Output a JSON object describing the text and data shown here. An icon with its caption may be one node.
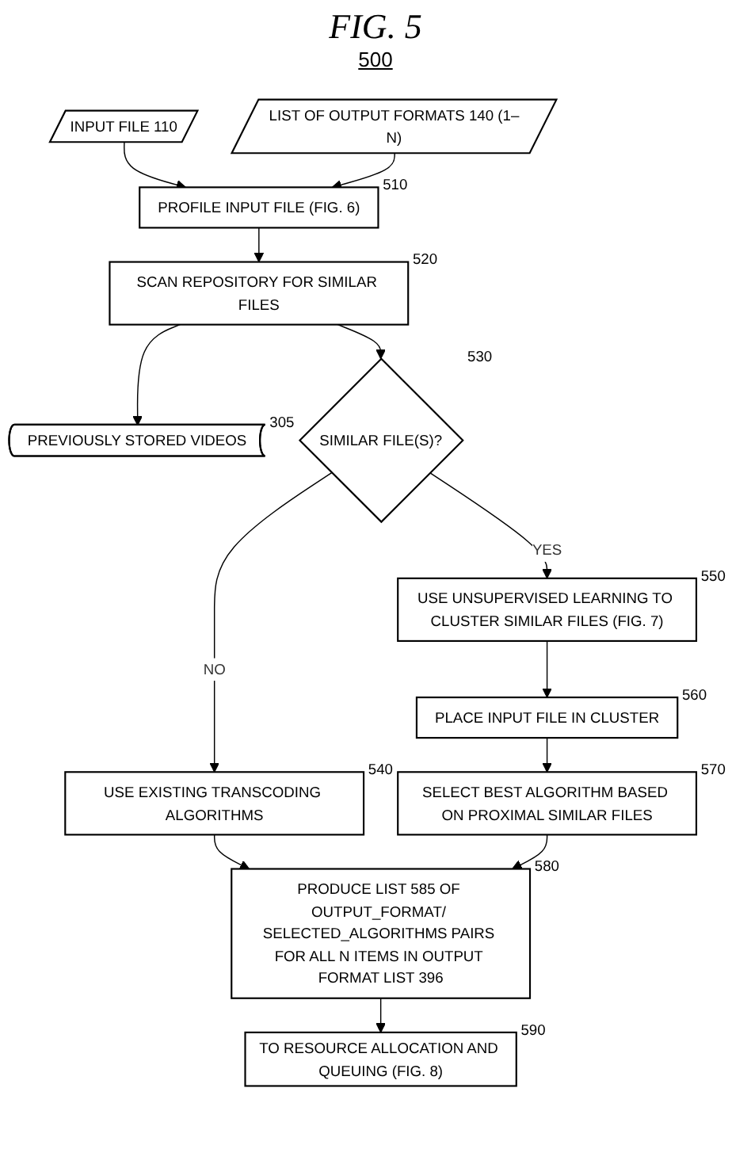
{
  "diagram": {
    "title": "FIG. 5",
    "nodes": [
      {
        "text": [
          "INPUT FILE 110"
        ]
      },
      {
        "text": [
          "LIST OF OUTPUT FORMATS 140 (1–N)"
        ]
      },
      {
        "text": [
          "PROFILE INPUT FILE (FIG. 6)"
        ],
        "beside": [
          "510"
        ]
      },
      {
        "text": [
          "SCAN REPOSITORY FOR SIMILAR FILES"
        ],
        "beside": [
          "520"
        ]
      },
      {
        "text": [
          "PREVIOUSLY STORED VIDEOS"
        ],
        "beside": [
          "305"
        ]
      },
      {
        "text": [
          "SIMILAR FILE(S)?"
        ],
        "beside": [
          "530"
        ]
      },
      {
        "text": [
          "USE EXISTING TRANSCODING ALGORITHMS"
        ],
        "beside": [
          "540"
        ]
      },
      {
        "text": [
          "USE UNSUPERVISED LEARNING TO CLUSTER SIMILAR FILES (FIG. 7)"
        ],
        "beside": [
          "550"
        ]
      },
      {
        "text": [
          "PLACE INPUT FILE IN CLUSTER"
        ],
        "beside": [
          "560"
        ]
      },
      {
        "text": [
          "SELECT BEST ALGORITHM BASED ON PROXIMAL SIMILAR FILES"
        ],
        "beside": [
          "570"
        ]
      },
      {
        "text": [
          "PRODUCE LIST 585 OF OUTPUT_FORMAT/ SELECTED_ALGORITHMS PAIRS FOR ALL N ITEMS IN OUTPUT FORMAT LIST 396"
        ],
        "beside": [
          "580"
        ]
      },
      {
        "text": [
          "TO RESOURCE ALLOCATION AND QUEUING (FIG. 8)"
        ],
        "beside": [
          "590"
        ]
      }
    ],
    "edges": [
      {
        "from": 0,
        "to": 2,
        "arrow": "to"
      },
      {
        "from": 1,
        "to": 2,
        "arrow": "to"
      },
      {
        "from": 2,
        "to": 3,
        "arrow": "to"
      },
      {
        "from": 3,
        "to": 4,
        "arrow": "to"
      },
      {
        "from": 3,
        "to": 5,
        "arrow": "to"
      },
      {
        "from": 5,
        "to": 6,
        "label": "NO",
        "arrow": "to"
      },
      {
        "from": 5,
        "to": 7,
        "label": "YES",
        "arrow": "to"
      },
      {
        "from": 7,
        "to": 8,
        "arrow": "to"
      },
      {
        "from": 8,
        "to": 9,
        "arrow": "to"
      },
      {
        "from": 6,
        "to": 10,
        "arrow": "to"
      },
      {
        "from": 9,
        "to": 10,
        "arrow": "to"
      },
      {
        "from": 10,
        "to": 11,
        "arrow": "to"
      }
    ],
    "labels": [
      "500"
    ]
  }
}
